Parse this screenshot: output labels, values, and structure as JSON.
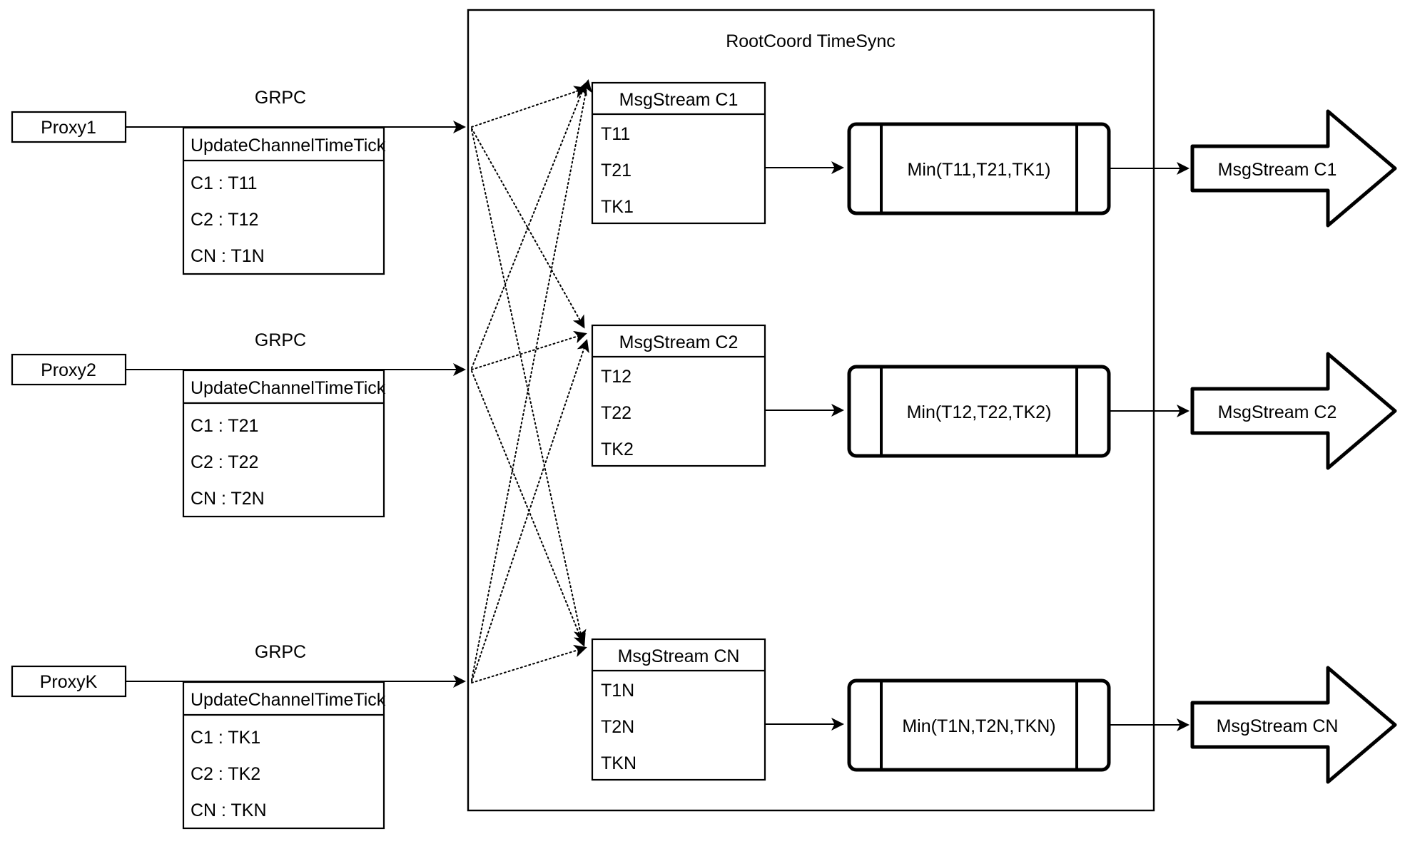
{
  "diagram": {
    "container_title": "RootCoord TimeSync",
    "protocol_label": "GRPC",
    "rpc_title": "UpdateChannelTimeTick",
    "rows": [
      {
        "proxy": "Proxy1",
        "grpc": "GRPC",
        "rpc_title": "UpdateChannelTimeTick",
        "rpc_entries": [
          "C1 :  T11",
          "C2 :  T12",
          "CN : T1N"
        ],
        "msgstream_title": "MsgStream C1",
        "msgstream_entries": [
          "T11",
          "T21",
          "TK1"
        ],
        "process": "Min(T11,T21,TK1)",
        "output": "MsgStream C1"
      },
      {
        "proxy": "Proxy2",
        "grpc": "GRPC",
        "rpc_title": "UpdateChannelTimeTick",
        "rpc_entries": [
          "C1 :  T21",
          "C2 :  T22",
          "CN : T2N"
        ],
        "msgstream_title": "MsgStream C2",
        "msgstream_entries": [
          "T12",
          "T22",
          "TK2"
        ],
        "process": "Min(T12,T22,TK2)",
        "output": "MsgStream C2"
      },
      {
        "proxy": "ProxyK",
        "grpc": "GRPC",
        "rpc_title": "UpdateChannelTimeTick",
        "rpc_entries": [
          "C1 :  TK1",
          "C2 :  TK2",
          "CN : TKN"
        ],
        "msgstream_title": "MsgStream CN",
        "msgstream_entries": [
          "T1N",
          "T2N",
          "TKN"
        ],
        "process": "Min(T1N,T2N,TKN)",
        "output": "MsgStream CN"
      }
    ],
    "colors": {
      "stroke": "#000000",
      "fill": "#ffffff",
      "background": "#ffffff"
    }
  }
}
